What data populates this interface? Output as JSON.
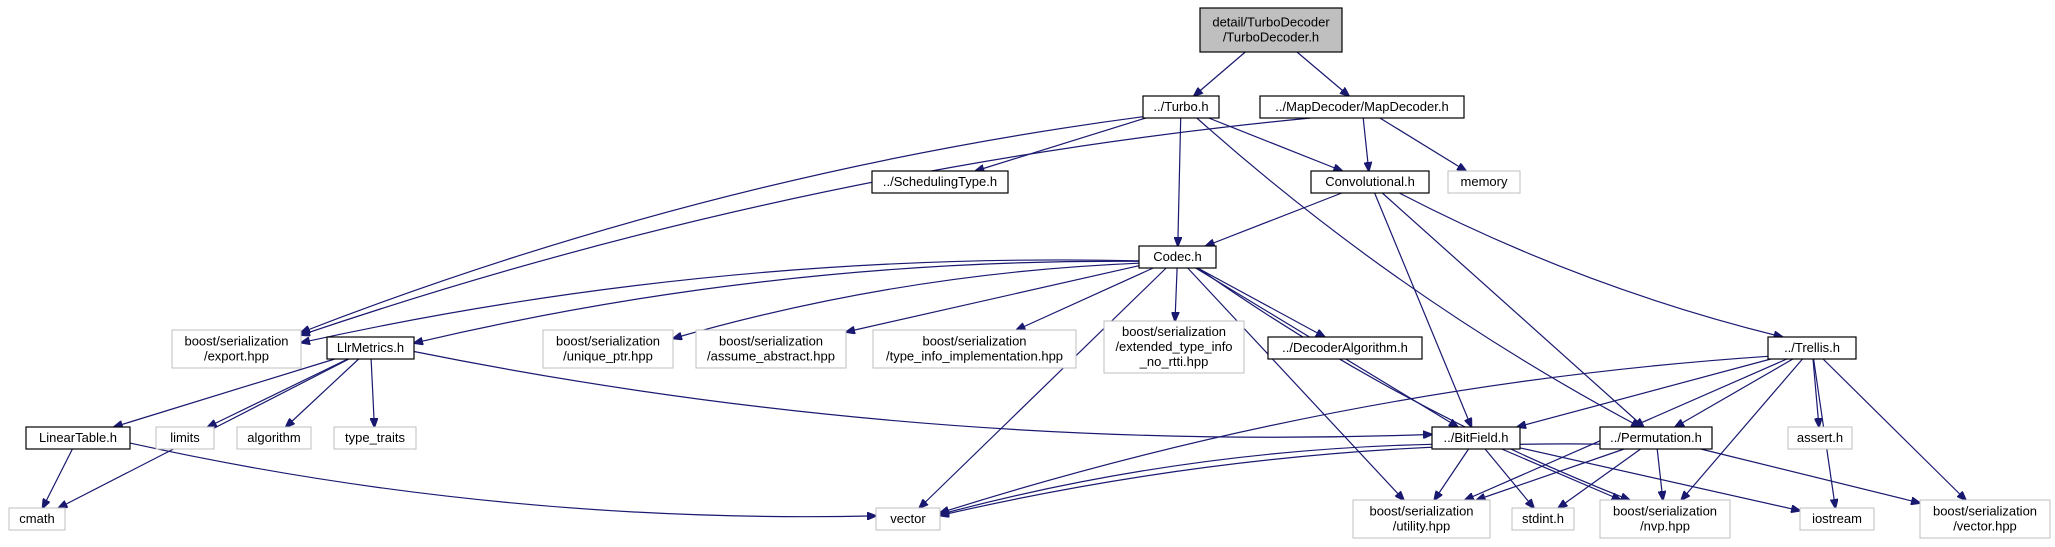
{
  "colors": {
    "edge": "#191970",
    "documented_border": "#000000",
    "external_border": "#bfbfbf",
    "root_fill": "#bfbfbf",
    "node_fill": "#ffffff"
  },
  "nodes": [
    {
      "id": "root",
      "kind": "root",
      "lines": [
        "detail/TurboDecoder",
        "/TurboDecoder.h"
      ]
    },
    {
      "id": "turbo",
      "kind": "doc",
      "lines": [
        "../Turbo.h"
      ]
    },
    {
      "id": "mapdecoder",
      "kind": "doc",
      "lines": [
        "../MapDecoder/MapDecoder.h"
      ]
    },
    {
      "id": "scheduling",
      "kind": "doc",
      "lines": [
        "../SchedulingType.h"
      ]
    },
    {
      "id": "convolutional",
      "kind": "doc",
      "lines": [
        "Convolutional.h"
      ]
    },
    {
      "id": "memory",
      "kind": "ext",
      "lines": [
        "memory"
      ]
    },
    {
      "id": "codec",
      "kind": "doc",
      "lines": [
        "Codec.h"
      ]
    },
    {
      "id": "export",
      "kind": "ext",
      "lines": [
        "boost/serialization",
        "/export.hpp"
      ]
    },
    {
      "id": "llrmetrics",
      "kind": "doc",
      "lines": [
        "LlrMetrics.h"
      ]
    },
    {
      "id": "uniqueptr",
      "kind": "ext",
      "lines": [
        "boost/serialization",
        "/unique_ptr.hpp"
      ]
    },
    {
      "id": "assume",
      "kind": "ext",
      "lines": [
        "boost/serialization",
        "/assume_abstract.hpp"
      ]
    },
    {
      "id": "typeinfo",
      "kind": "ext",
      "lines": [
        "boost/serialization",
        "/type_info_implementation.hpp"
      ]
    },
    {
      "id": "exttypeinfo",
      "kind": "ext",
      "lines": [
        "boost/serialization",
        "/extended_type_info",
        "_no_rtti.hpp"
      ]
    },
    {
      "id": "decoderalg",
      "kind": "doc",
      "lines": [
        "../DecoderAlgorithm.h"
      ]
    },
    {
      "id": "trellis",
      "kind": "doc",
      "lines": [
        "../Trellis.h"
      ]
    },
    {
      "id": "lineartable",
      "kind": "doc",
      "lines": [
        "LinearTable.h"
      ]
    },
    {
      "id": "limits",
      "kind": "ext",
      "lines": [
        "limits"
      ]
    },
    {
      "id": "algorithm",
      "kind": "ext",
      "lines": [
        "algorithm"
      ]
    },
    {
      "id": "typetraits",
      "kind": "ext",
      "lines": [
        "type_traits"
      ]
    },
    {
      "id": "bitfield",
      "kind": "doc",
      "lines": [
        "../BitField.h"
      ]
    },
    {
      "id": "permutation",
      "kind": "doc",
      "lines": [
        "../Permutation.h"
      ]
    },
    {
      "id": "asserth",
      "kind": "ext",
      "lines": [
        "assert.h"
      ]
    },
    {
      "id": "cmath",
      "kind": "ext",
      "lines": [
        "cmath"
      ]
    },
    {
      "id": "vector",
      "kind": "ext",
      "lines": [
        "vector"
      ]
    },
    {
      "id": "utility",
      "kind": "ext",
      "lines": [
        "boost/serialization",
        "/utility.hpp"
      ]
    },
    {
      "id": "stdint",
      "kind": "ext",
      "lines": [
        "stdint.h"
      ]
    },
    {
      "id": "nvp",
      "kind": "ext",
      "lines": [
        "boost/serialization",
        "/nvp.hpp"
      ]
    },
    {
      "id": "iostream",
      "kind": "ext",
      "lines": [
        "iostream"
      ]
    },
    {
      "id": "vectorhpp",
      "kind": "ext",
      "lines": [
        "boost/serialization",
        "/vector.hpp"
      ]
    }
  ],
  "edges": [
    {
      "from": "root",
      "to": "turbo"
    },
    {
      "from": "root",
      "to": "mapdecoder"
    },
    {
      "from": "turbo",
      "to": "scheduling"
    },
    {
      "from": "turbo",
      "to": "convolutional"
    },
    {
      "from": "turbo",
      "to": "codec"
    },
    {
      "from": "turbo",
      "to": "export"
    },
    {
      "from": "turbo",
      "to": "permutation"
    },
    {
      "from": "mapdecoder",
      "to": "convolutional"
    },
    {
      "from": "mapdecoder",
      "to": "memory"
    },
    {
      "from": "mapdecoder",
      "to": "export"
    },
    {
      "from": "convolutional",
      "to": "codec"
    },
    {
      "from": "convolutional",
      "to": "trellis"
    },
    {
      "from": "convolutional",
      "to": "bitfield"
    },
    {
      "from": "convolutional",
      "to": "permutation"
    },
    {
      "from": "codec",
      "to": "export"
    },
    {
      "from": "codec",
      "to": "llrmetrics"
    },
    {
      "from": "codec",
      "to": "uniqueptr"
    },
    {
      "from": "codec",
      "to": "assume"
    },
    {
      "from": "codec",
      "to": "typeinfo"
    },
    {
      "from": "codec",
      "to": "exttypeinfo"
    },
    {
      "from": "codec",
      "to": "decoderalg"
    },
    {
      "from": "codec",
      "to": "vector"
    },
    {
      "from": "codec",
      "to": "utility"
    },
    {
      "from": "codec",
      "to": "bitfield"
    },
    {
      "from": "codec",
      "to": "nvp"
    },
    {
      "from": "llrmetrics",
      "to": "cmath"
    },
    {
      "from": "llrmetrics",
      "to": "lineartable"
    },
    {
      "from": "llrmetrics",
      "to": "limits"
    },
    {
      "from": "llrmetrics",
      "to": "algorithm"
    },
    {
      "from": "llrmetrics",
      "to": "typetraits"
    },
    {
      "from": "llrmetrics",
      "to": "bitfield"
    },
    {
      "from": "lineartable",
      "to": "cmath"
    },
    {
      "from": "lineartable",
      "to": "vector"
    },
    {
      "from": "trellis",
      "to": "vector"
    },
    {
      "from": "trellis",
      "to": "bitfield"
    },
    {
      "from": "trellis",
      "to": "permutation"
    },
    {
      "from": "trellis",
      "to": "asserth"
    },
    {
      "from": "trellis",
      "to": "utility"
    },
    {
      "from": "trellis",
      "to": "nvp"
    },
    {
      "from": "trellis",
      "to": "iostream"
    },
    {
      "from": "trellis",
      "to": "vectorhpp"
    },
    {
      "from": "bitfield",
      "to": "vector"
    },
    {
      "from": "bitfield",
      "to": "utility"
    },
    {
      "from": "bitfield",
      "to": "stdint"
    },
    {
      "from": "bitfield",
      "to": "nvp"
    },
    {
      "from": "bitfield",
      "to": "iostream"
    },
    {
      "from": "permutation",
      "to": "vector"
    },
    {
      "from": "permutation",
      "to": "utility"
    },
    {
      "from": "permutation",
      "to": "stdint"
    },
    {
      "from": "permutation",
      "to": "nvp"
    },
    {
      "from": "permutation",
      "to": "vectorhpp"
    }
  ]
}
